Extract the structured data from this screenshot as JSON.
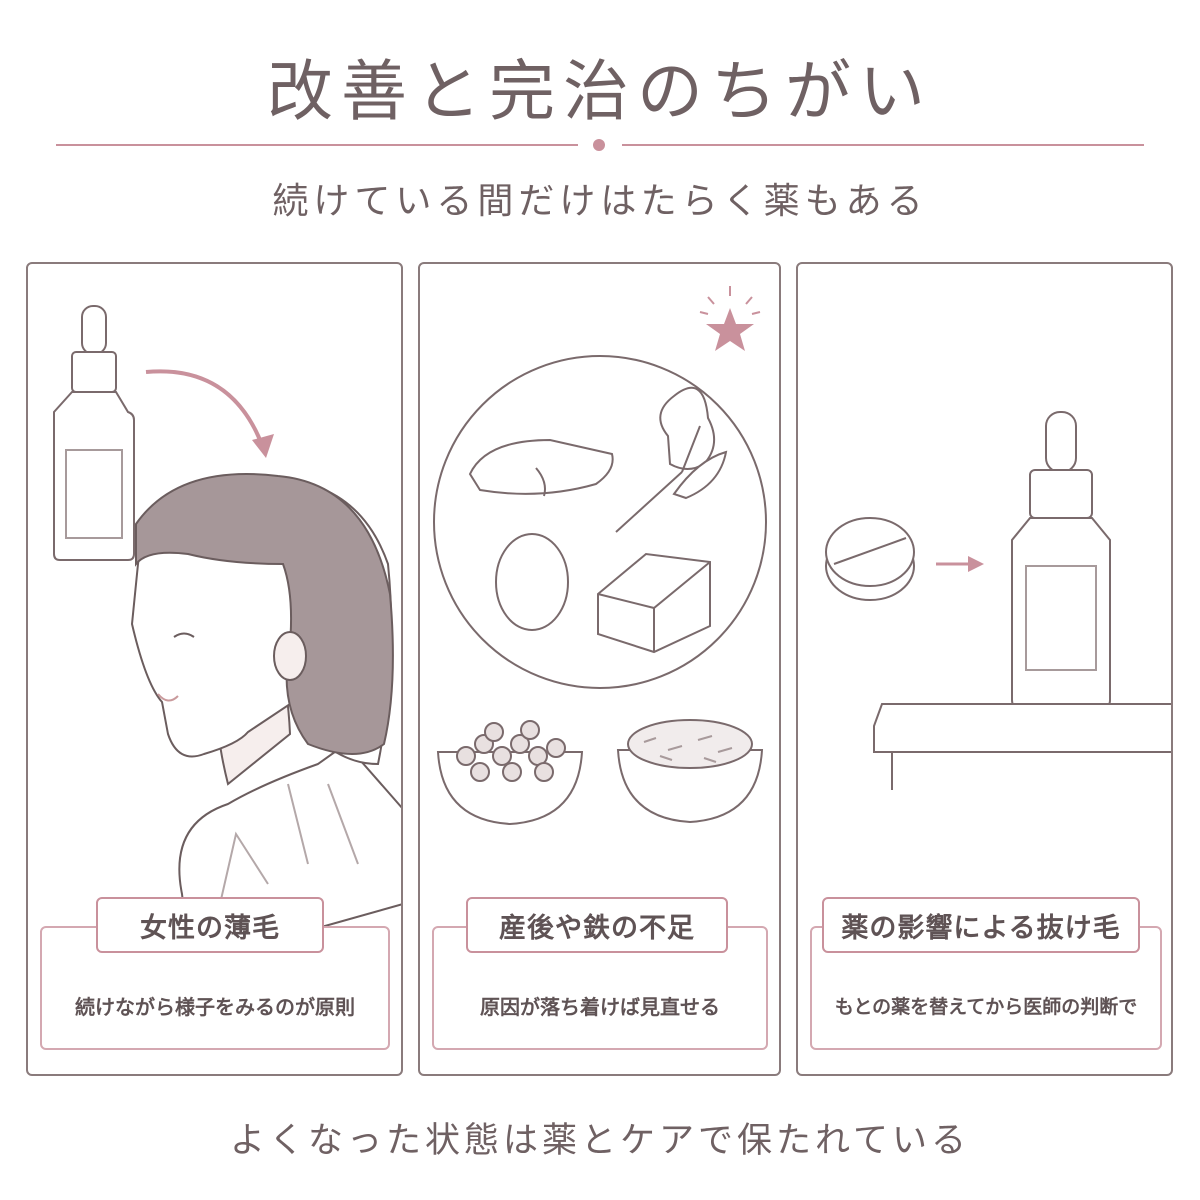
{
  "header": {
    "title": "改善と完治のちがい",
    "subtitle": "続けている間だけはたらく薬もある",
    "accent_color": "#c9919c"
  },
  "panels": [
    {
      "label": "女性の薄毛",
      "description": "続けながら様子をみるのが原則",
      "icons": [
        "dropper-bottle-icon",
        "curved-arrow-icon",
        "woman-profile-icon"
      ]
    },
    {
      "label": "産後や鉄の不足",
      "description": "原因が落ち着けば見直せる",
      "icons": [
        "star-icon",
        "food-plate-icon",
        "fish-icon",
        "spinach-icon",
        "egg-icon",
        "tofu-icon",
        "beans-bowl-icon",
        "grain-bowl-icon"
      ]
    },
    {
      "label": "薬の影響による抜け毛",
      "description": "もとの薬を替えてから医師の判断で",
      "icons": [
        "pill-icon",
        "arrow-icon",
        "dropper-bottle-icon",
        "shelf-icon"
      ]
    }
  ],
  "footer": {
    "text": "よくなった状態は薬とケアで保たれている"
  }
}
